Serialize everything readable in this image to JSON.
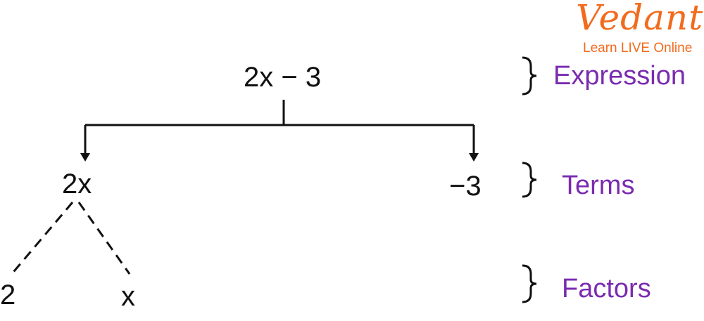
{
  "logo": {
    "brand": "Vedantu",
    "tagline": "Learn LIVE Online",
    "color": "#f26b1d"
  },
  "nodes": {
    "expression": "2x − 3",
    "term1": "2x",
    "term2": "−3",
    "factor1": "2",
    "factor2": "x"
  },
  "labels": {
    "expression": "Expression",
    "terms": "Terms",
    "factors": "Factors",
    "color": "#7a2bb0"
  }
}
